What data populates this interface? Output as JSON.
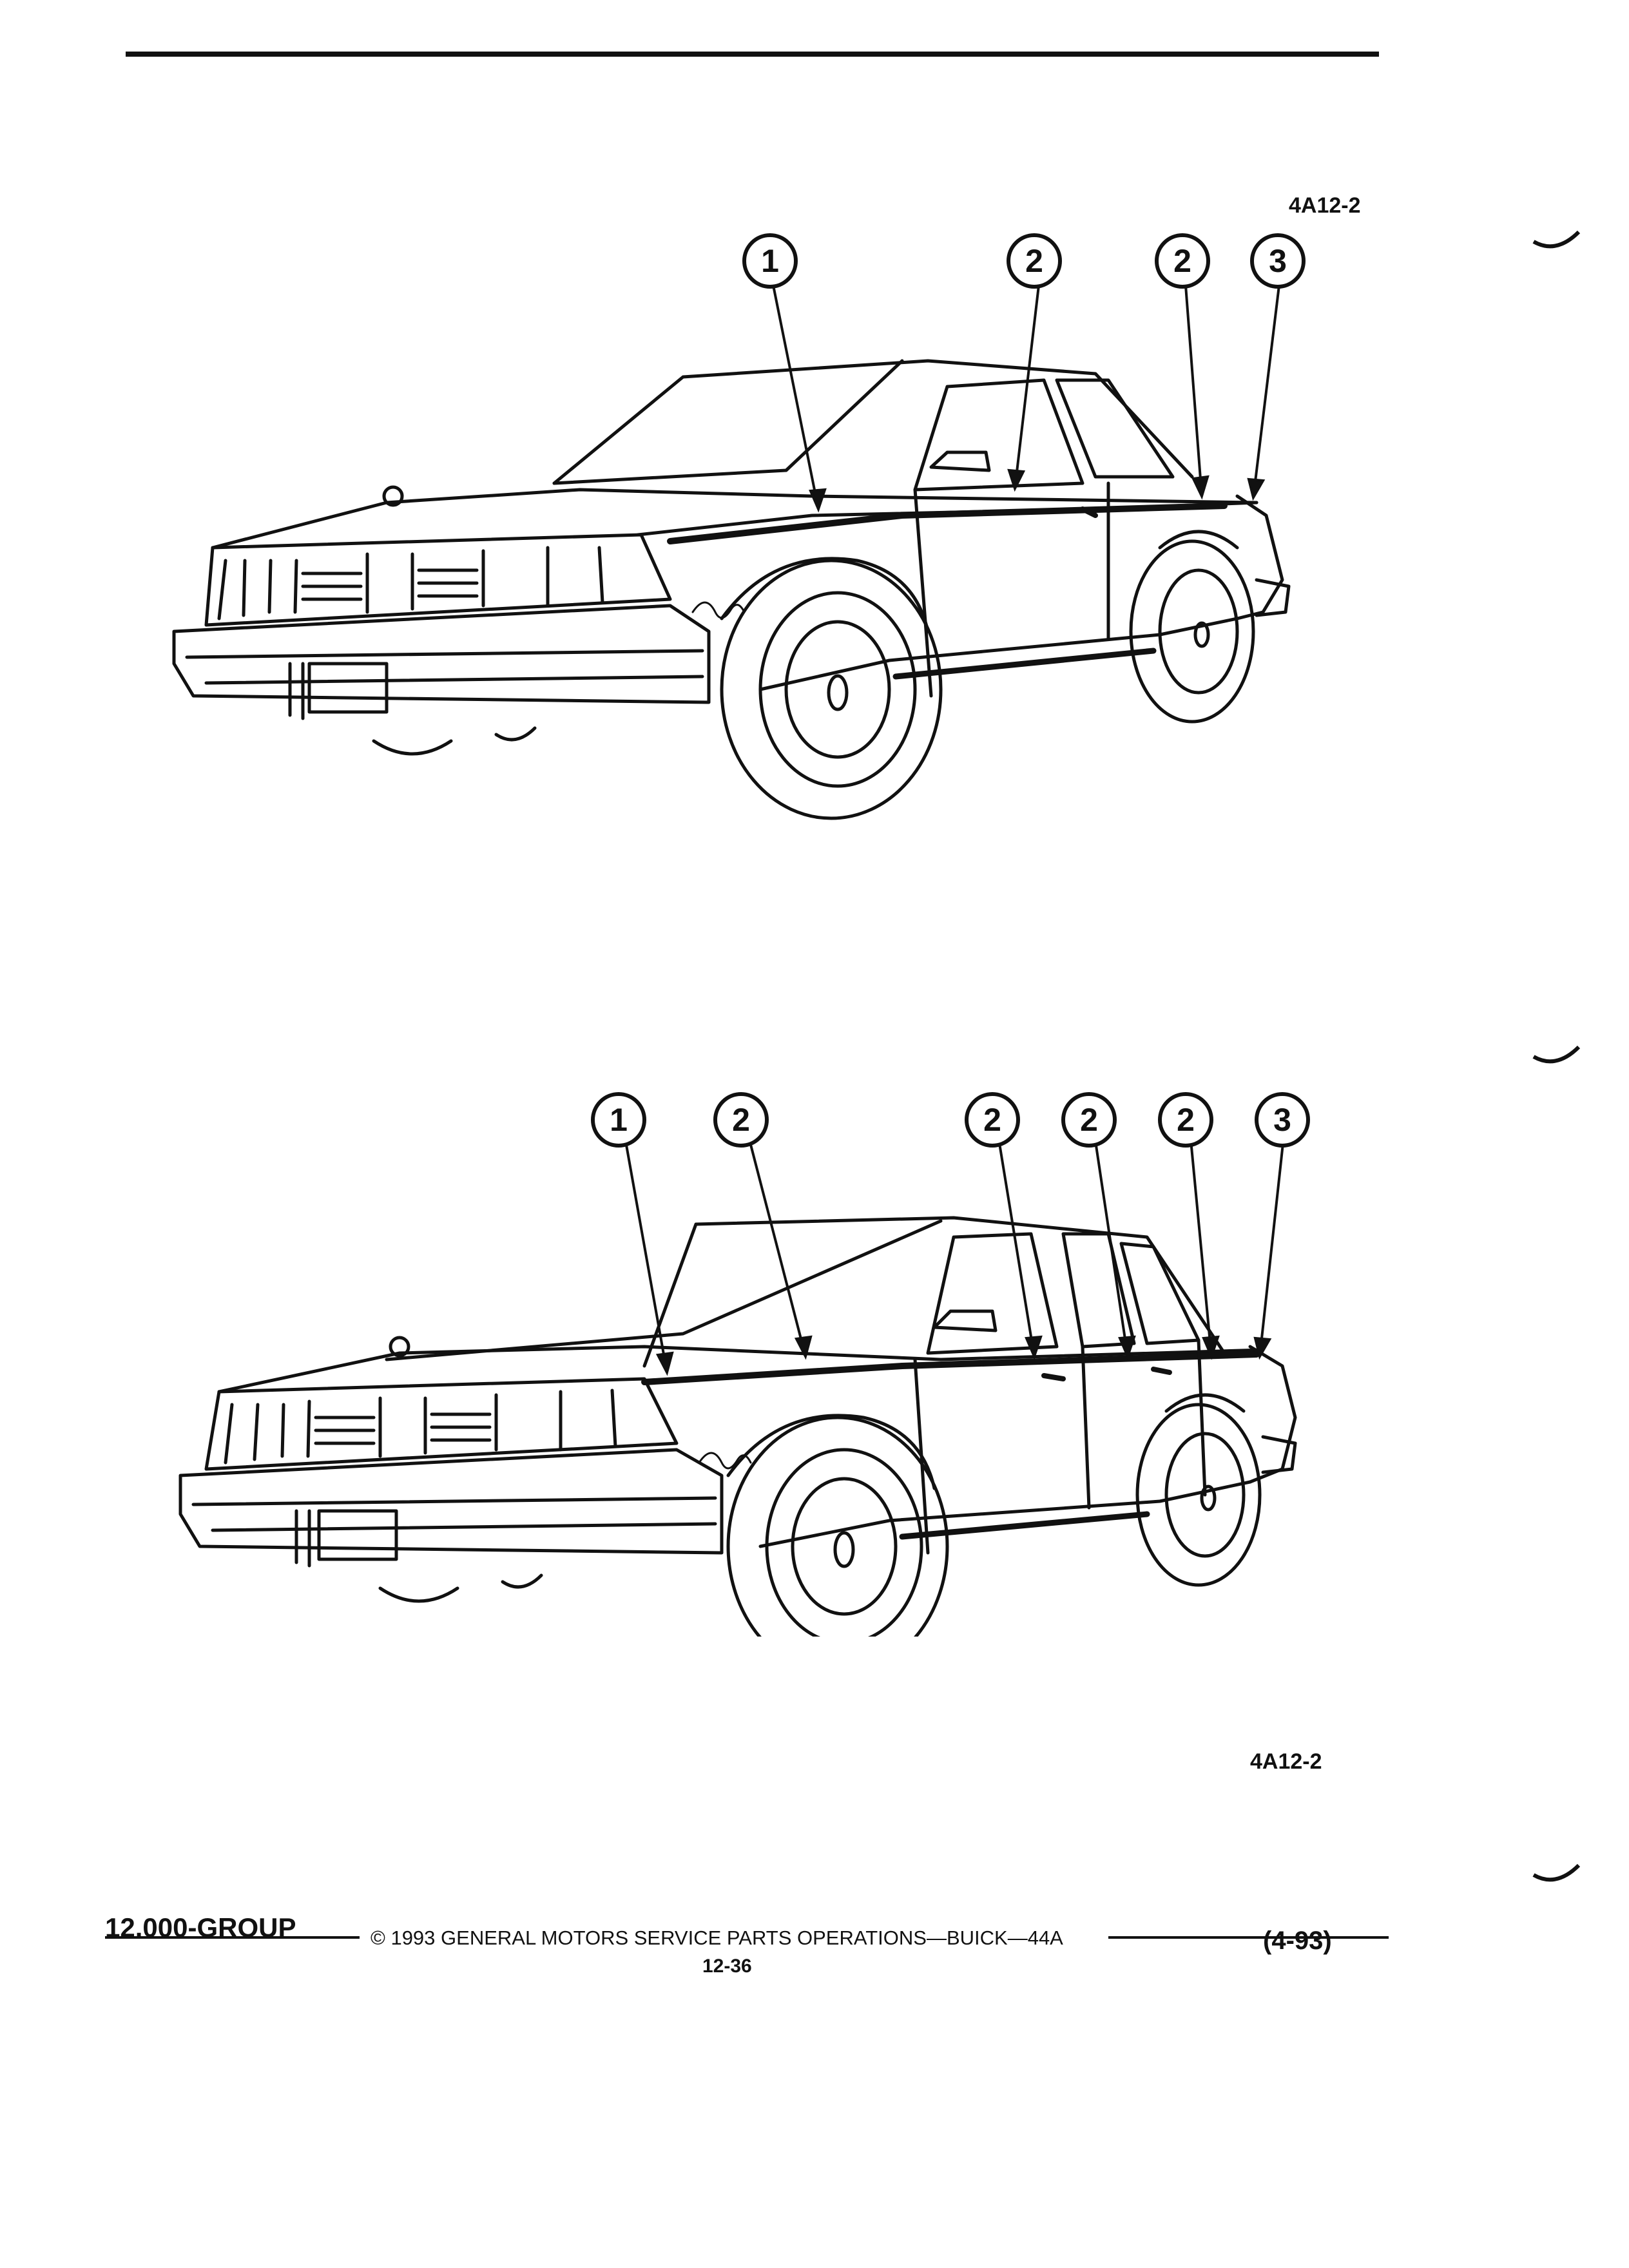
{
  "figure_code_top": "4A12-2",
  "figure_code_bottom": "4A12-2",
  "top_figure": {
    "callouts": [
      "1",
      "2",
      "2",
      "3"
    ]
  },
  "bottom_figure": {
    "callouts": [
      "1",
      "2",
      "2",
      "2",
      "2",
      "3"
    ]
  },
  "footer": {
    "group": "12.000-GROUP",
    "copyright": "© 1993 GENERAL MOTORS SERVICE PARTS OPERATIONS—BUICK—44A",
    "page_number": "12-36",
    "date_code": "(4-93)"
  }
}
